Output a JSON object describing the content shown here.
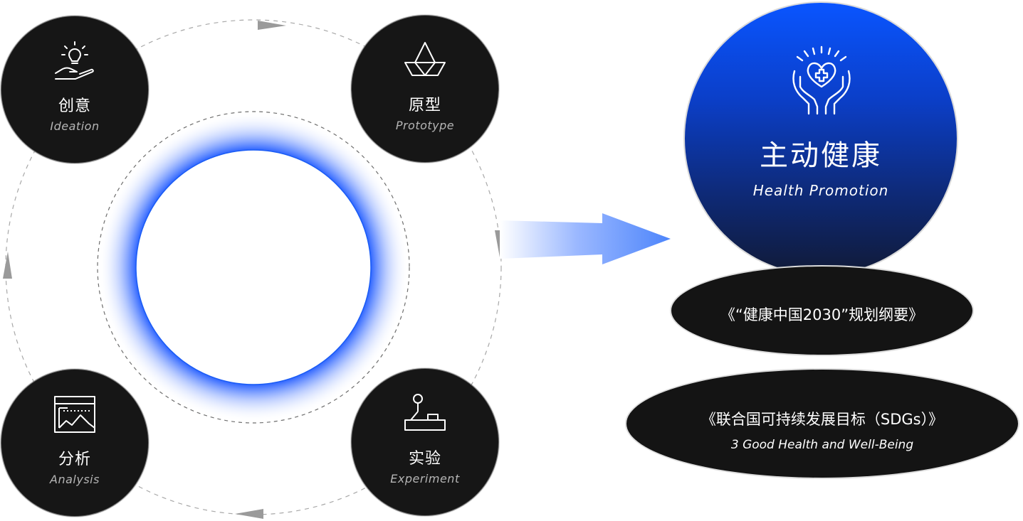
{
  "nodes": {
    "ideation": {
      "zh": "创意",
      "en": "Ideation",
      "icon": "lightbulb-hand-icon"
    },
    "prototype": {
      "zh": "原型",
      "en": "Prototype",
      "icon": "origami-boat-icon"
    },
    "analysis": {
      "zh": "分析",
      "en": "Analysis",
      "icon": "chart-window-icon"
    },
    "experiment": {
      "zh": "实验",
      "en": "Experiment",
      "icon": "joystick-icon"
    }
  },
  "health": {
    "zh": "主动健康",
    "en": "Health Promotion",
    "icon": "hands-heart-cross-icon"
  },
  "policies": {
    "china": {
      "title": "《“健康中国2030”规划纲要》"
    },
    "un": {
      "title": "《联合国可持续发展目标（SDGs）》",
      "subtitle": "3 Good Health and Well-Being"
    }
  },
  "colors": {
    "node_fill": "#161616",
    "accent_blue": "#0a55ff",
    "arrow_blue": "#5b8ffb",
    "ring_blue": "#1a5cf5",
    "dash_gray": "#9a9a9a"
  }
}
